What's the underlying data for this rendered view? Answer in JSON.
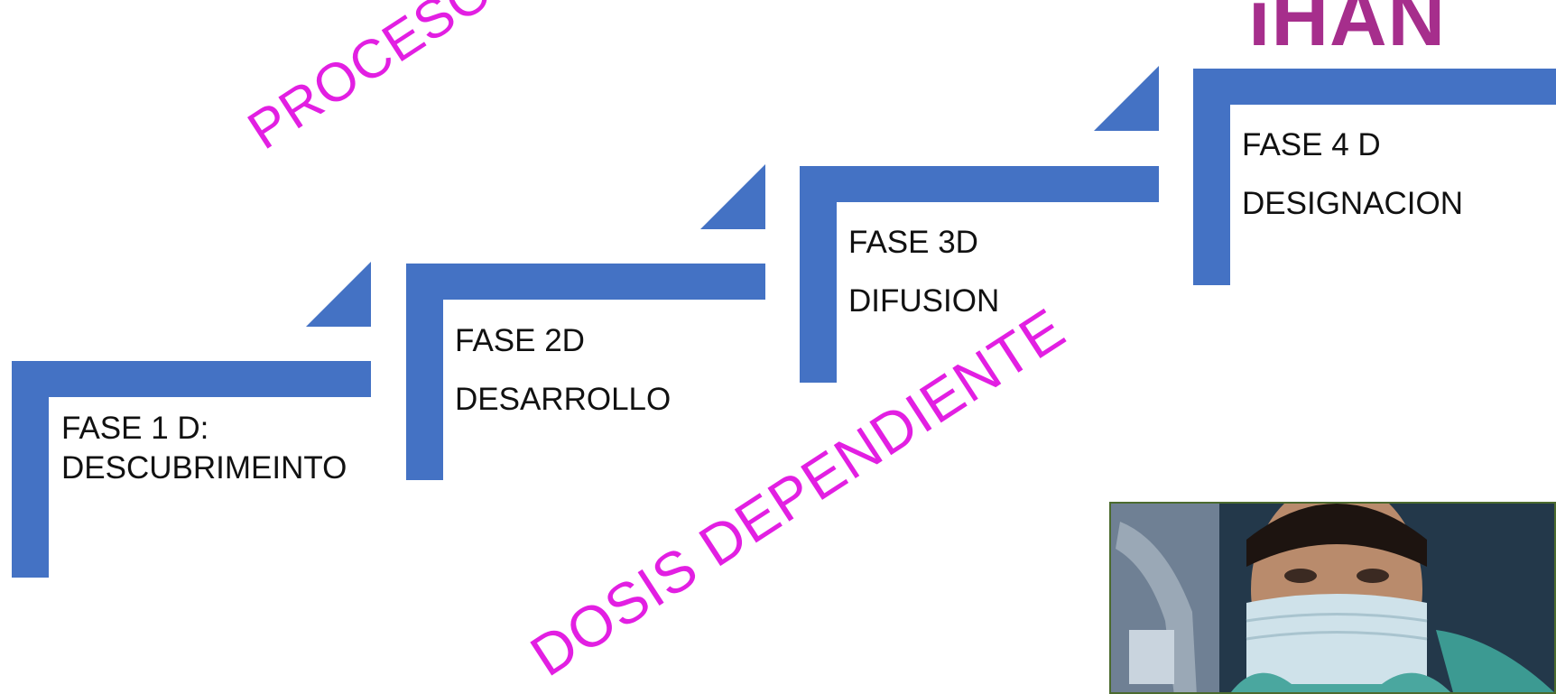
{
  "logo": {
    "text": "iHAN",
    "color": "#a62e8c"
  },
  "accent_color": "#4472c4",
  "steps": [
    {
      "line1": "FASE 1 D:",
      "line2": "DESCUBRIMEINTO"
    },
    {
      "line1": "FASE 2D",
      "line2": "DESARROLLO"
    },
    {
      "line1": "FASE 3D",
      "line2": "DIFUSION"
    },
    {
      "line1": "FASE 4 D",
      "line2": "DESIGNACION"
    }
  ],
  "annotations": {
    "top": "PROCESO",
    "bottom": "DOSIS DEPENDIENTE",
    "color": "#e21fe2"
  },
  "photo": {
    "description_icon": "masked-person-photo"
  }
}
